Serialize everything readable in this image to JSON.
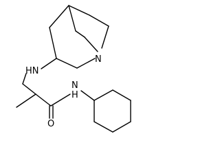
{
  "molecule": {
    "atoms": {
      "n_quinuclidine": "N",
      "nh_amine": "HN",
      "nh_amide": "N",
      "nh_amide_h": "H",
      "o_carbonyl": "O"
    }
  }
}
